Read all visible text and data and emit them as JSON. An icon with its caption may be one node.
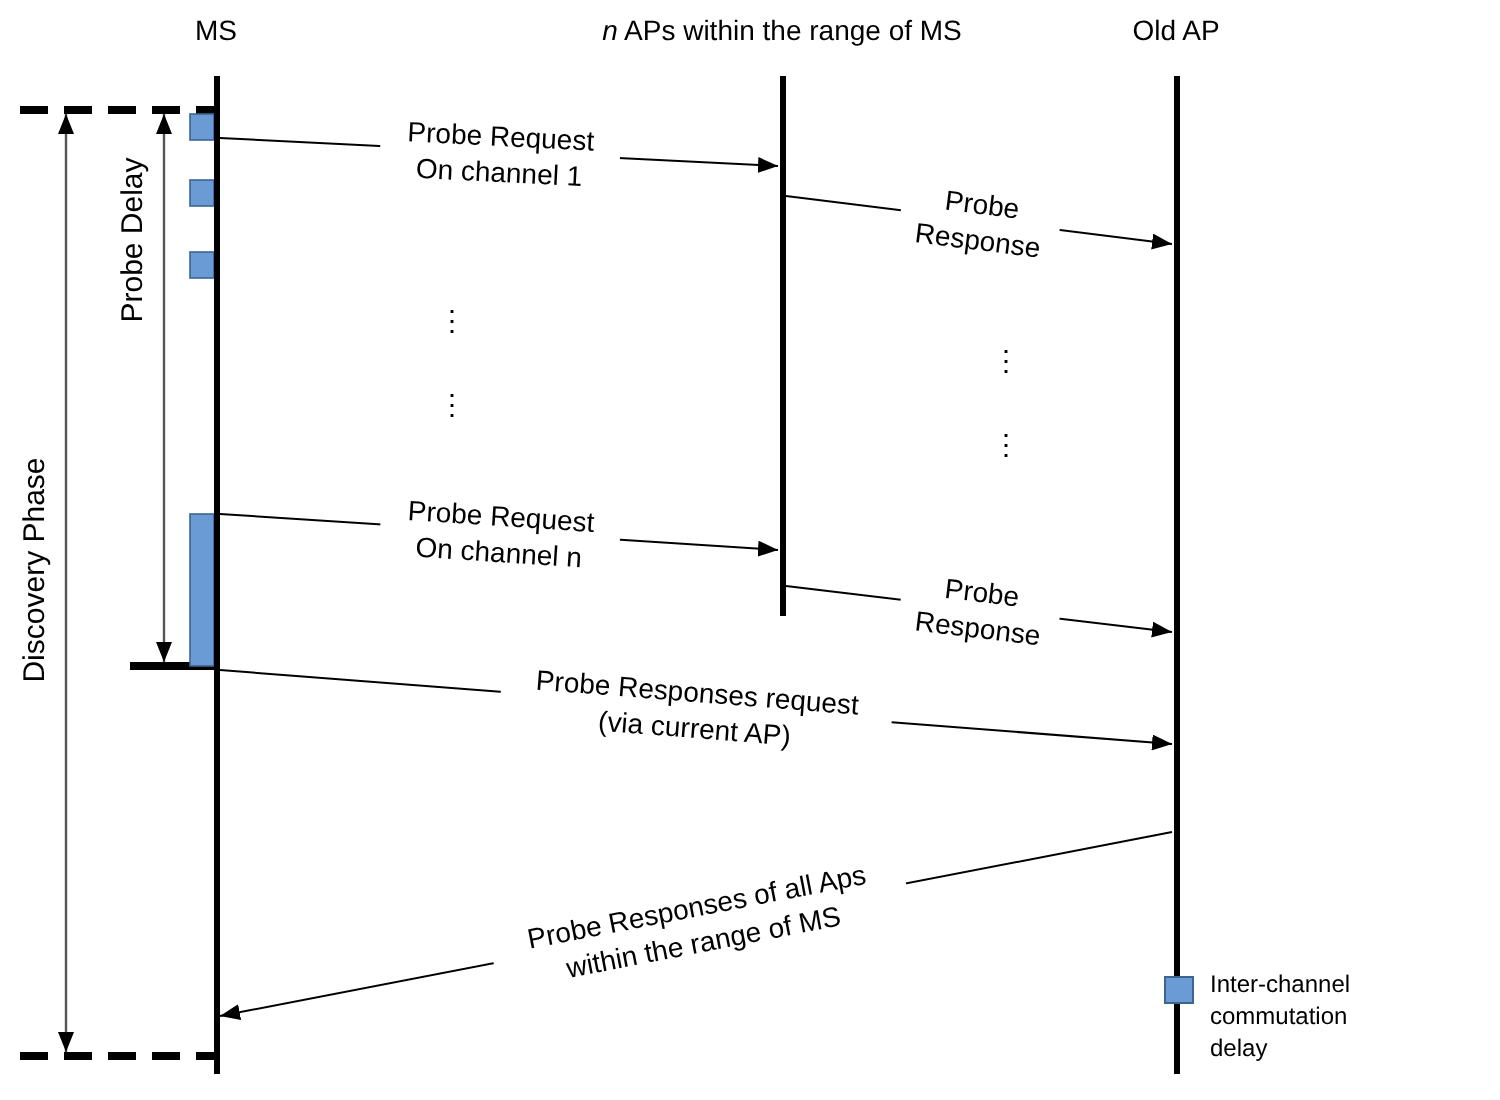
{
  "diagram": {
    "nodes": [
      {
        "text": [
          "MS"
        ]
      },
      {
        "text": [
          "*n* APs within the range of MS"
        ]
      },
      {
        "text": [
          "Old AP"
        ]
      }
    ],
    "edges": [
      {
        "from": 0,
        "to": 1,
        "arrow": "to",
        "label": "Probe Request On channel 1"
      },
      {
        "from": 1,
        "to": 2,
        "arrow": "to",
        "label": "Probe Response"
      },
      {
        "from": 0,
        "to": 1,
        "arrow": "to",
        "label": "Probe Request On channel n"
      },
      {
        "from": 1,
        "to": 2,
        "arrow": "to",
        "label": "Probe Response"
      },
      {
        "from": 0,
        "to": 2,
        "arrow": "to",
        "label": "Probe Responses request (via current AP)"
      },
      {
        "from": 2,
        "to": 0,
        "arrow": "to",
        "label": "Probe Responses of all Aps within the range of MS"
      }
    ],
    "labels": [
      "⋮",
      "⋮",
      "⋮",
      "⋮",
      "Probe Delay",
      "Discovery Phase"
    ],
    "legend": [
      {
        "text": "Inter-channel commutation delay",
        "color": "#6a9bd4"
      }
    ]
  }
}
